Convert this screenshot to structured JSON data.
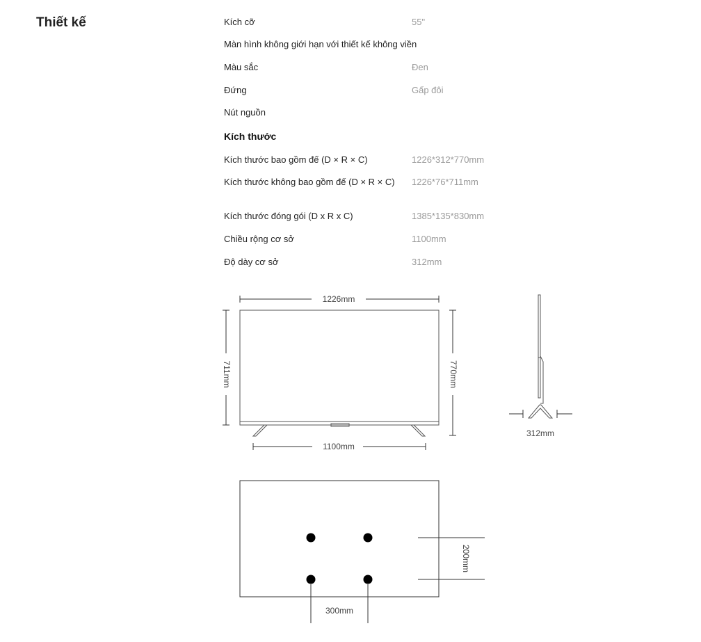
{
  "section_title": "Thiết kế",
  "specs": [
    {
      "label": "Kích cỡ",
      "value": "55\""
    },
    {
      "label": "Màn hình không giới hạn với thiết kế không viền",
      "value": ""
    },
    {
      "label": "Màu sắc",
      "value": "Đen"
    },
    {
      "label": "Đứng",
      "value": "Gấp đôi"
    },
    {
      "label": "Nút nguồn",
      "value": ""
    }
  ],
  "dimensions_title": "Kích thước",
  "dimensions": [
    {
      "label": "Kích thước bao gồm đế (D × R × C)",
      "value": "1226*312*770mm"
    },
    {
      "label": "Kích thước không bao gồm đế (D × R × C)",
      "value": "1226*76*711mm"
    },
    {
      "label": "Kích thước đóng gói (D x R x C)",
      "value": "1385*135*830mm"
    },
    {
      "label": "Chiều rộng cơ sở",
      "value": "1100mm"
    },
    {
      "label": "Độ dày cơ sở",
      "value": "312mm"
    }
  ],
  "diagram_labels": {
    "width": "1226mm",
    "height_no_stand": "711mm",
    "height_with_stand": "770mm",
    "stand_width": "1100mm",
    "stand_depth": "312mm",
    "vesa_horizontal": "300mm",
    "vesa_vertical": "200mm"
  }
}
